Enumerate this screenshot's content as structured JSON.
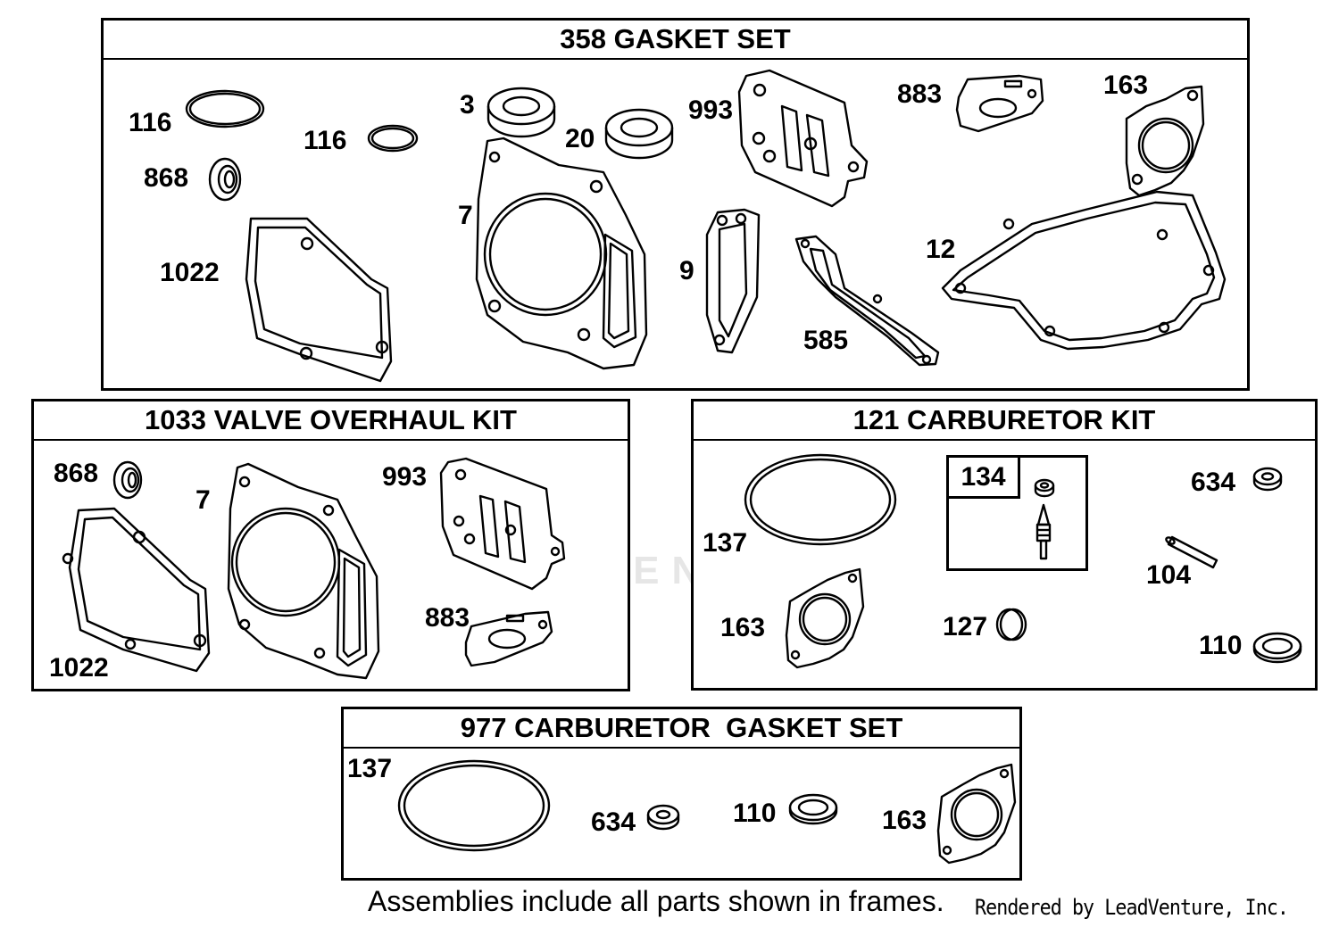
{
  "frames": {
    "gasket_set": {
      "title": "358 GASKET SET",
      "callouts": {
        "p116a": "116",
        "p116b": "116",
        "p868": "868",
        "p1022": "1022",
        "p3": "3",
        "p20": "20",
        "p7": "7",
        "p993": "993",
        "p9": "9",
        "p585": "585",
        "p883": "883",
        "p163": "163",
        "p12": "12"
      }
    },
    "valve_kit": {
      "title": "1033 VALVE OVERHAUL KIT",
      "callouts": {
        "p868": "868",
        "p7": "7",
        "p993": "993",
        "p883": "883",
        "p1022": "1022"
      }
    },
    "carb_kit": {
      "title": "121 CARBURETOR KIT",
      "callouts": {
        "p134": "134",
        "p634": "634",
        "p137": "137",
        "p104": "104",
        "p163": "163",
        "p127": "127",
        "p110": "110"
      }
    },
    "carb_gasket": {
      "title": "977 CARBURETOR  GASKET SET",
      "callouts": {
        "p137": "137",
        "p634": "634",
        "p110": "110",
        "p163": "163"
      }
    }
  },
  "footer": {
    "note": "Assemblies include all parts shown in frames.",
    "credit": "Rendered by LeadVenture, Inc."
  },
  "watermark": "LEADVENTURE"
}
